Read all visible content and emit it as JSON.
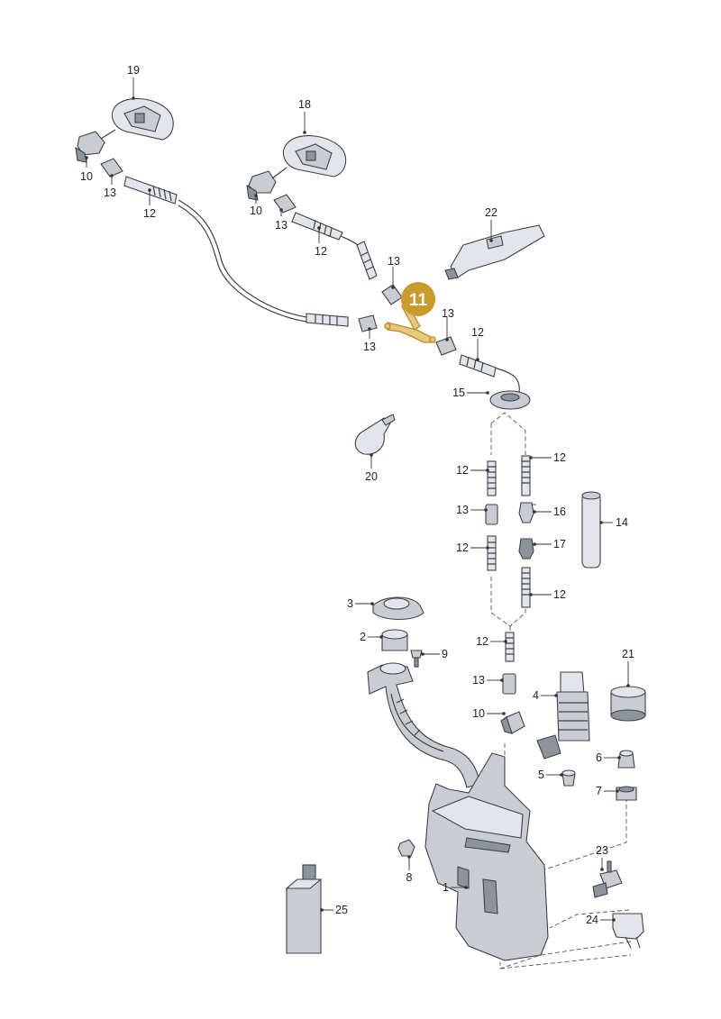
{
  "diagram": {
    "highlighted_part": "11",
    "accent_color": "#c99a2c",
    "labels": [
      {
        "id": "l19",
        "text": "19"
      },
      {
        "id": "l18",
        "text": "18"
      },
      {
        "id": "l10a",
        "text": "10"
      },
      {
        "id": "l13a",
        "text": "13"
      },
      {
        "id": "l12a",
        "text": "12"
      },
      {
        "id": "l10b",
        "text": "10"
      },
      {
        "id": "l13b",
        "text": "13"
      },
      {
        "id": "l12b",
        "text": "12"
      },
      {
        "id": "l22",
        "text": "22"
      },
      {
        "id": "l13c",
        "text": "13"
      },
      {
        "id": "l13d",
        "text": "13"
      },
      {
        "id": "l13e",
        "text": "13"
      },
      {
        "id": "l12c",
        "text": "12"
      },
      {
        "id": "l15",
        "text": "15"
      },
      {
        "id": "l20",
        "text": "20"
      },
      {
        "id": "l12d",
        "text": "12"
      },
      {
        "id": "l12e",
        "text": "12"
      },
      {
        "id": "l13f",
        "text": "13"
      },
      {
        "id": "l16",
        "text": "16"
      },
      {
        "id": "l14",
        "text": "14"
      },
      {
        "id": "l12f",
        "text": "12"
      },
      {
        "id": "l17",
        "text": "17"
      },
      {
        "id": "l12g",
        "text": "12"
      },
      {
        "id": "l3",
        "text": "3"
      },
      {
        "id": "l2",
        "text": "2"
      },
      {
        "id": "l9",
        "text": "9"
      },
      {
        "id": "l12h",
        "text": "12"
      },
      {
        "id": "l21",
        "text": "21"
      },
      {
        "id": "l13g",
        "text": "13"
      },
      {
        "id": "l4",
        "text": "4"
      },
      {
        "id": "l10c",
        "text": "10"
      },
      {
        "id": "l6",
        "text": "6"
      },
      {
        "id": "l5",
        "text": "5"
      },
      {
        "id": "l7",
        "text": "7"
      },
      {
        "id": "l8",
        "text": "8"
      },
      {
        "id": "l23",
        "text": "23"
      },
      {
        "id": "l1",
        "text": "1"
      },
      {
        "id": "l25",
        "text": "25"
      },
      {
        "id": "l24",
        "text": "24"
      }
    ]
  }
}
